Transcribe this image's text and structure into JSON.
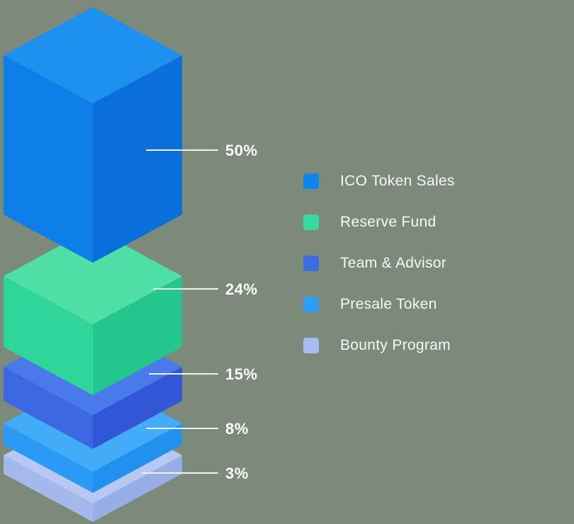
{
  "background_color": "#7b8a79",
  "text_color": "#ffffff",
  "leader_line_color": "#eef3f5",
  "chart_data": {
    "type": "bar",
    "variant": "isometric-stacked-3d",
    "title": "",
    "legend_position": "right",
    "grid": false,
    "categories": [
      "ICO Token Sales",
      "Reserve Fund",
      "Team & Advisor",
      "Presale Token",
      "Bounty Program"
    ],
    "values": [
      50,
      24,
      15,
      8,
      3
    ],
    "series": [
      {
        "name": "ICO Token Sales",
        "value": 50,
        "label": "50%",
        "color_top": "#1e90f0",
        "color_left": "#0d7ee8",
        "color_right": "#0a6edb",
        "legend_color": "#0e84ec"
      },
      {
        "name": "Reserve Fund",
        "value": 24,
        "label": "24%",
        "color_top": "#4ee0a6",
        "color_left": "#2ed69a",
        "color_right": "#23c78e",
        "legend_color": "#38d89e"
      },
      {
        "name": "Team & Advisor",
        "value": 15,
        "label": "15%",
        "color_top": "#4a79ea",
        "color_left": "#3b68e2",
        "color_right": "#3157d6",
        "legend_color": "#3d6be4"
      },
      {
        "name": "Presale Token",
        "value": 8,
        "label": "8%",
        "color_top": "#43acf8",
        "color_left": "#2b9af4",
        "color_right": "#2190ee",
        "legend_color": "#2e9ef4"
      },
      {
        "name": "Bounty Program",
        "value": 3,
        "label": "3%",
        "color_top": "#b7c9f2",
        "color_left": "#a4baec",
        "color_right": "#98afe6",
        "legend_color": "#a6bcee"
      }
    ]
  }
}
